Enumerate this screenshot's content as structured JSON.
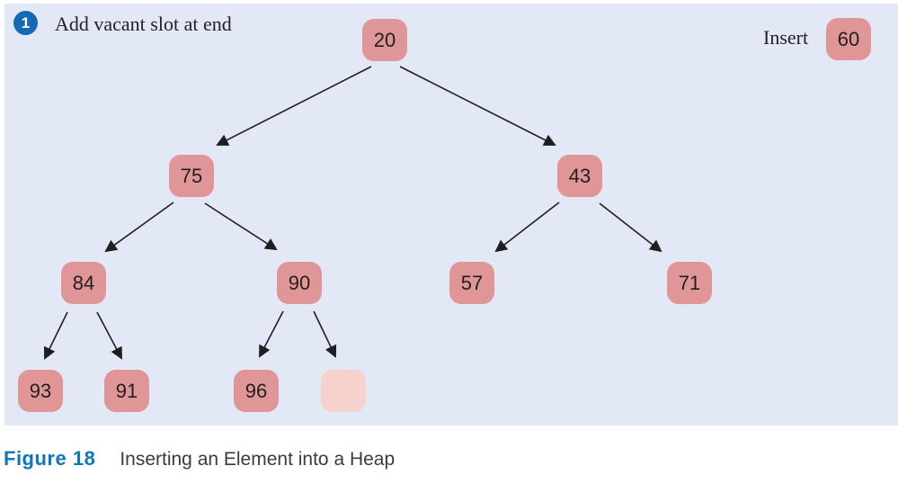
{
  "panel": {
    "step_number": "1",
    "step_label": "Add vacant slot at end",
    "insert_label": "Insert",
    "insert_value": "60",
    "background_color": "#e2e8f5",
    "node_color": "#e09597",
    "vacant_slot_color": "#f5d2cc",
    "badge_color": "#1569b3"
  },
  "tree": {
    "nodes": [
      {
        "value": "20"
      },
      {
        "value": "75"
      },
      {
        "value": "43"
      },
      {
        "value": "84"
      },
      {
        "value": "90"
      },
      {
        "value": "57"
      },
      {
        "value": "71"
      },
      {
        "value": "93"
      },
      {
        "value": "91"
      },
      {
        "value": "96"
      },
      {
        "value": "",
        "vacant": true
      }
    ],
    "edges": [
      [
        "20",
        "75"
      ],
      [
        "20",
        "43"
      ],
      [
        "75",
        "84"
      ],
      [
        "75",
        "90"
      ],
      [
        "43",
        "57"
      ],
      [
        "43",
        "71"
      ],
      [
        "84",
        "93"
      ],
      [
        "84",
        "91"
      ],
      [
        "90",
        "96"
      ],
      [
        "90",
        "vacant-slot"
      ]
    ]
  },
  "caption": {
    "figure_label": "Figure 18",
    "title": "Inserting an Element into a Heap",
    "accent_color": "#0f76bb"
  }
}
